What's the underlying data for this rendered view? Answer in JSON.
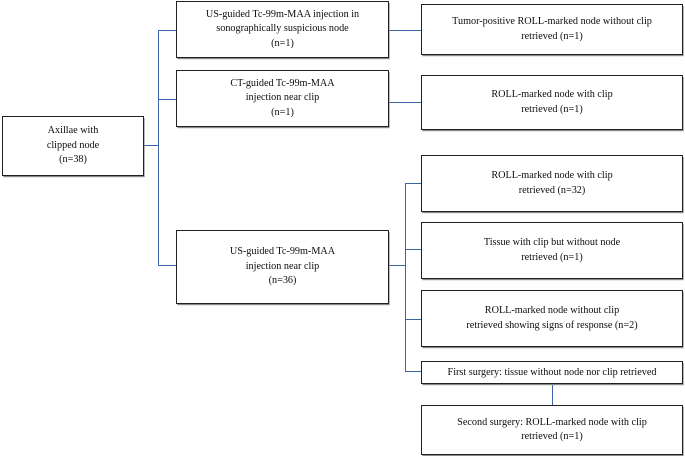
{
  "diagram": {
    "type": "flowchart",
    "title": "Axillae with clipped node flow diagram",
    "line_color": "#3b63a6",
    "box_border_color": "#231f20",
    "background": "#ffffff",
    "nodes": {
      "root": {
        "line1": "Axillae with",
        "line2": "clipped node",
        "line3": "(n=38)"
      },
      "us_sono": {
        "line1": "US-guided Tc-99m-MAA injection in",
        "line2": "sonographically suspicious node",
        "line3": "(n=1)"
      },
      "ct_clip": {
        "line1": "CT-guided Tc-99m-MAA",
        "line2": "injection near clip",
        "line3": "(n=1)"
      },
      "us_clip": {
        "line1": "US-guided Tc-99m-MAA",
        "line2": "injection near clip",
        "line3": "(n=36)"
      },
      "out_tumor_positive": {
        "line1": "Tumor-positive ROLL-marked node without clip",
        "line2": "retrieved (n=1)"
      },
      "out_ct_result": {
        "line1": "ROLL-marked node with clip",
        "line2": "retrieved (n=1)"
      },
      "out_roll_32": {
        "line1": "ROLL-marked node with clip",
        "line2": "retrieved (n=32)"
      },
      "out_tissue_clip": {
        "line1": "Tissue with clip but without node",
        "line2": "retrieved (n=1)"
      },
      "out_roll_no_clip": {
        "line1": "ROLL-marked node without clip",
        "line2": "retrieved showing signs of response (n=2)"
      },
      "out_first_surgery": {
        "line1": "First surgery: tissue without node nor clip retrieved"
      },
      "out_second_surgery": {
        "line1": "Second surgery: ROLL-marked node with clip",
        "line2": "retrieved (n=1)"
      }
    }
  }
}
